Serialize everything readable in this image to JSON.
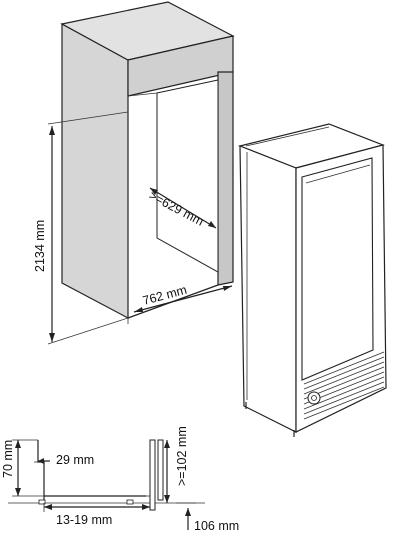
{
  "dimensions": {
    "cabinet_height": "2134 mm",
    "recess_depth": ">=629 mm",
    "cabinet_width": "762 mm",
    "base_height": "70 mm",
    "toe_kick_depth": "29 mm",
    "door_offset": "13-19 mm",
    "vent_height": ">=102 mm",
    "door_gap": "106 mm"
  },
  "colors": {
    "cabinet_front": "#d8d8d8",
    "cabinet_side": "#c9c9c9",
    "line": "#222222",
    "background": "#ffffff"
  }
}
